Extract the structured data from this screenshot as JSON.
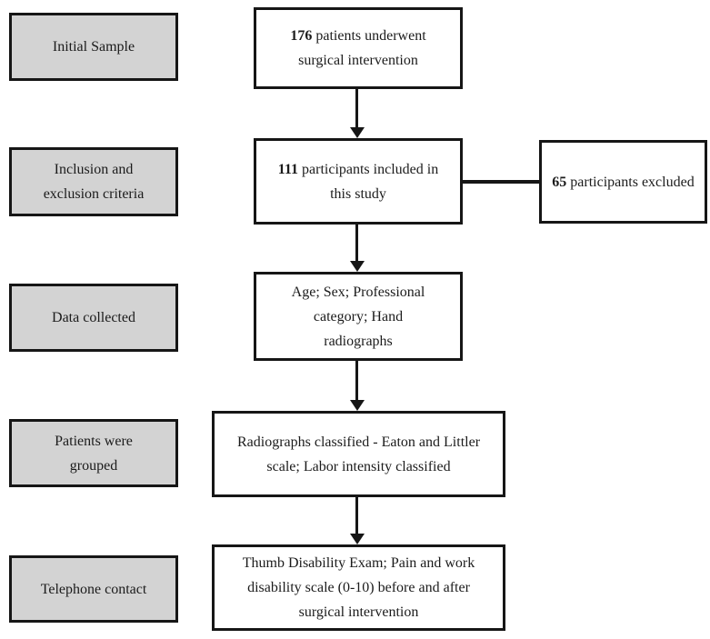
{
  "figure": {
    "colors": {
      "stage_fill": "#d3d3d3",
      "node_fill": "#ffffff",
      "line": "#161616",
      "text": "#1b1b1b",
      "background": "#ffffff"
    },
    "stages": [
      {
        "label": "Initial Sample"
      },
      {
        "label": "Inclusion and exclusion criteria"
      },
      {
        "label": "Data collected"
      },
      {
        "label": "Patients were grouped"
      },
      {
        "label": "Telephone contact"
      }
    ],
    "nodes": [
      {
        "number": "176",
        "text": " patients underwent surgical intervention"
      },
      {
        "number": "111",
        "text": " participants included in this study"
      },
      {
        "number": "",
        "text": "Age; Sex; Professional category; Hand radiographs"
      },
      {
        "number": "",
        "text": "Radiographs classified - Eaton and Littler scale; Labor intensity classified"
      },
      {
        "number": "",
        "text": "Thumb Disability Exam; Pain and work disability scale (0-10) before and after surgical intervention"
      }
    ],
    "excluded_node": {
      "number": "65",
      "text": " participants excluded"
    }
  }
}
